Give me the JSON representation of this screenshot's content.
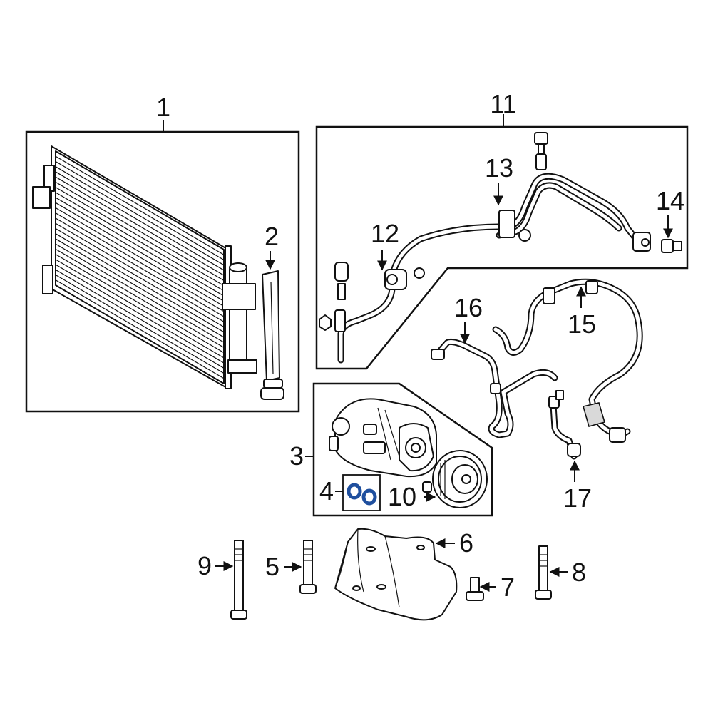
{
  "callouts": {
    "c1": "1",
    "c2": "2",
    "c3": "3",
    "c4": "4",
    "c5": "5",
    "c6": "6",
    "c7": "7",
    "c8": "8",
    "c9": "9",
    "c10": "10",
    "c11": "11",
    "c12": "12",
    "c13": "13",
    "c14": "14",
    "c15": "15",
    "c16": "16",
    "c17": "17"
  },
  "colors": {
    "line": "#111111",
    "seal": "#1f4f9e",
    "background": "#ffffff"
  },
  "icons": [
    "arrow-leader-icon"
  ]
}
